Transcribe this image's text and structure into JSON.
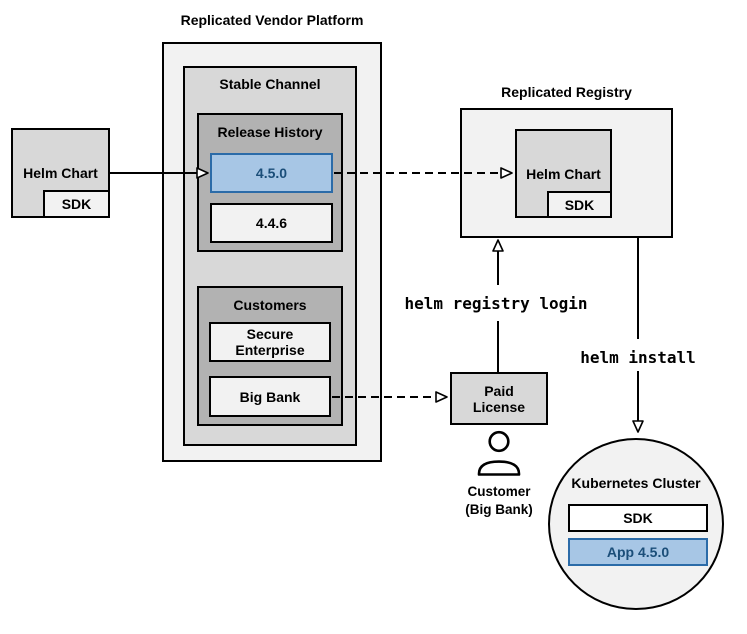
{
  "diagram": {
    "colors": {
      "box_light": "#f2f2f2",
      "box_mid": "#d8d8d8",
      "box_dark": "#b2b2b2",
      "highlight_fill": "#a7c6e5",
      "highlight_border": "#2b6ba8",
      "highlight_text": "#1b4e79",
      "line": "#000000"
    },
    "vendor_platform": {
      "title": "Replicated Vendor Platform",
      "stable_channel": {
        "title": "Stable Channel",
        "release_history": {
          "title": "Release History",
          "releases": [
            {
              "version": "4.5.0",
              "highlighted": true
            },
            {
              "version": "4.4.6",
              "highlighted": false
            }
          ]
        },
        "customers": {
          "title": "Customers",
          "items": [
            {
              "name": "Secure Enterprise"
            },
            {
              "name": "Big Bank"
            }
          ]
        }
      }
    },
    "vendor_helm_chart": {
      "label": "Helm Chart",
      "sdk_label": "SDK"
    },
    "registry": {
      "title": "Replicated Registry",
      "helm_chart": {
        "label": "Helm Chart",
        "sdk_label": "SDK"
      }
    },
    "paid_license": {
      "label": "Paid License"
    },
    "customer": {
      "name_line1": "Customer",
      "name_line2": "(Big Bank)"
    },
    "commands": {
      "registry_login": "helm registry login",
      "install": "helm install"
    },
    "kubernetes_cluster": {
      "title": "Kubernetes Cluster",
      "sdk_label": "SDK",
      "app_label": "App 4.5.0"
    }
  }
}
